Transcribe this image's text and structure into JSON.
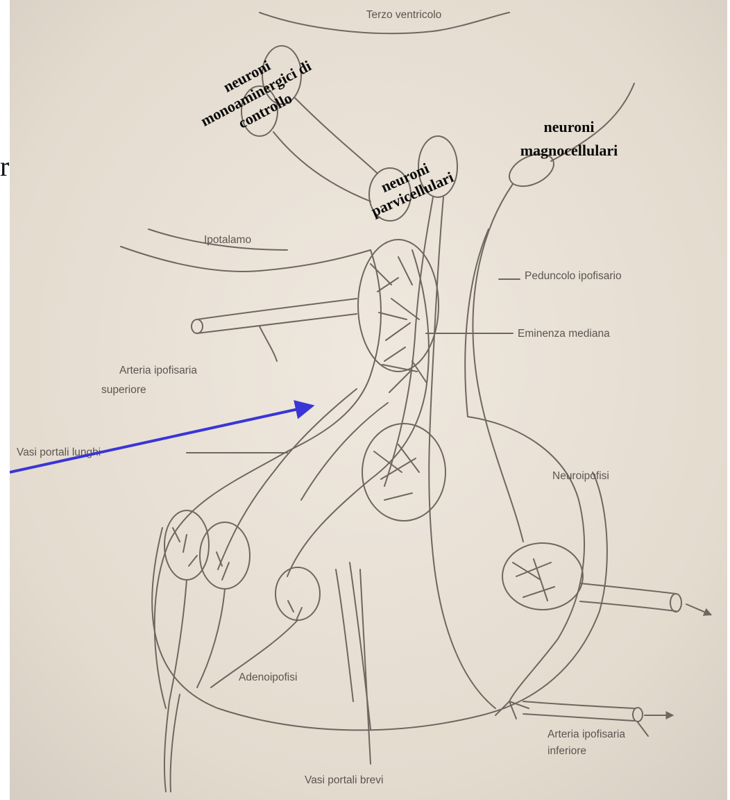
{
  "slide": {
    "side_text": "rcolo"
  },
  "overlay_labels": {
    "monoaminergic": [
      "neuroni",
      "monoaminergici di",
      "controllo"
    ],
    "parvicellular": [
      "neuroni",
      "parvicellulari"
    ],
    "magnocellular": [
      "neuroni",
      "magnocellulari"
    ]
  },
  "figure_labels": {
    "third_ventricle": "Terzo ventricolo",
    "hypothalamus": "Ipotalamo",
    "pituitary_stalk": "Peduncolo ipofisario",
    "median_eminence": "Eminenza mediana",
    "superior_artery": [
      "Arteria ipofisaria",
      "superiore"
    ],
    "long_portal": "Vasi portali lunghi",
    "neurohypophysis": "Neuroipofisi",
    "adenohypophysis": "Adenoipofisi",
    "short_portal": "Vasi portali brevi",
    "inferior_artery": [
      "Arteria ipofisaria",
      "inferiore"
    ]
  },
  "colors": {
    "pointer_arrow": "#3a35d6",
    "paper": "#e9e1d7",
    "ink": "#6f665f"
  }
}
